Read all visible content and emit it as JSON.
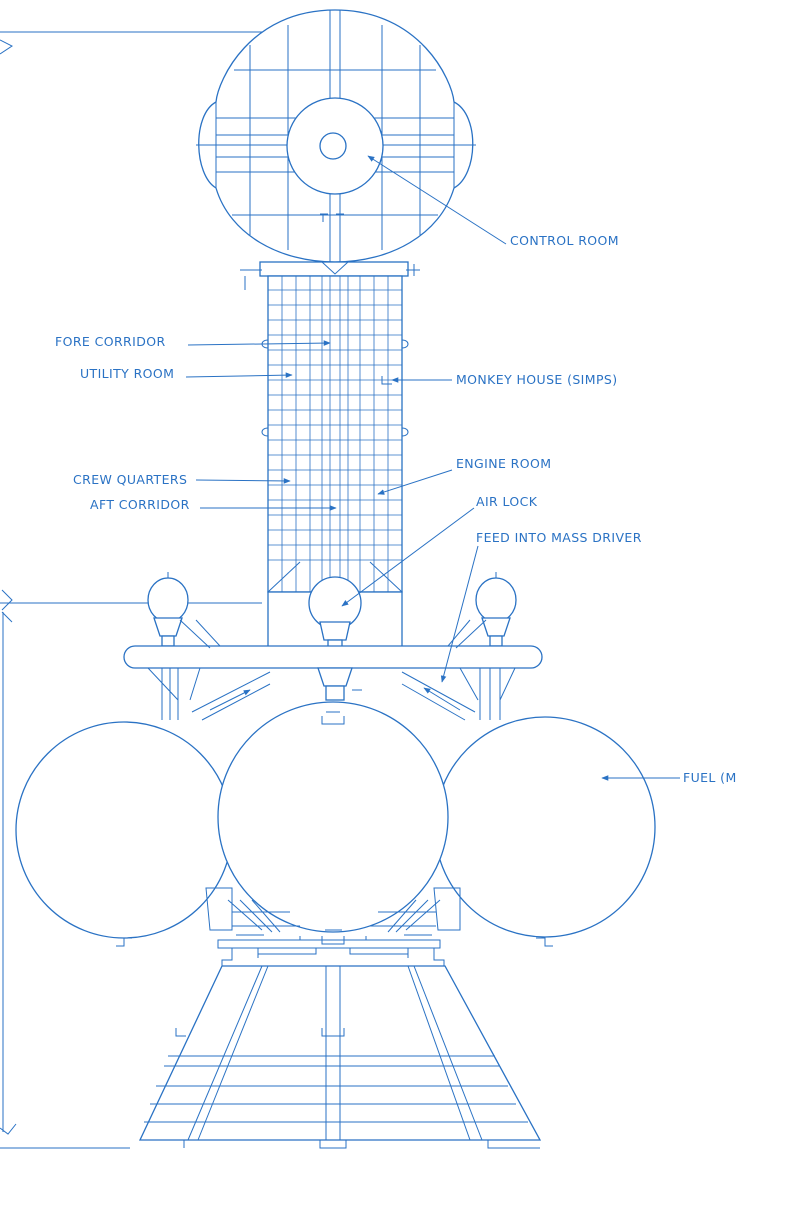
{
  "labels": {
    "control_room": "CONTROL ROOM",
    "fore_corridor": "FORE CORRIDOR",
    "utility_room": "UTILITY ROOM",
    "monkey_house": "MONKEY HOUSE (SIMPS)",
    "engine_room": "ENGINE ROOM",
    "crew_quarters": "CREW QUARTERS",
    "aft_corridor": "AFT CORRIDOR",
    "air_lock": "AIR LOCK",
    "feed_into_mass_driver": "FEED INTO MASS DRIVER",
    "fuel": "FUEL (M"
  },
  "colors": {
    "ink": "#2a72c4",
    "paper": "#ffffff"
  }
}
